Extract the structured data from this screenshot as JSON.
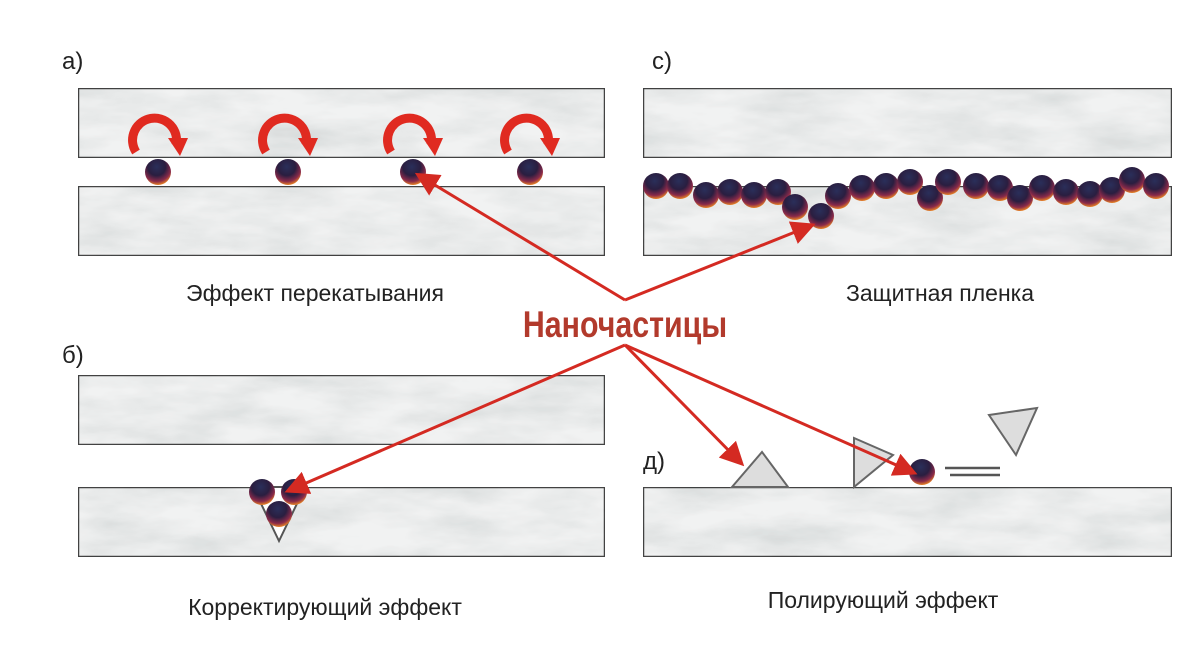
{
  "panels": {
    "a": {
      "letter": "а)",
      "caption": "Эффект перекатывания"
    },
    "c": {
      "letter": "с)",
      "caption": "Защитная пленка"
    },
    "b": {
      "letter": "б)",
      "caption": "Корректирующий эффект"
    },
    "d": {
      "letter": "д)",
      "caption": "Полирующий эффект"
    }
  },
  "center_label": "Наночастицы",
  "colors": {
    "arrow": "#d42a22",
    "label": "#b23a2c",
    "slab_border": "#444444"
  }
}
